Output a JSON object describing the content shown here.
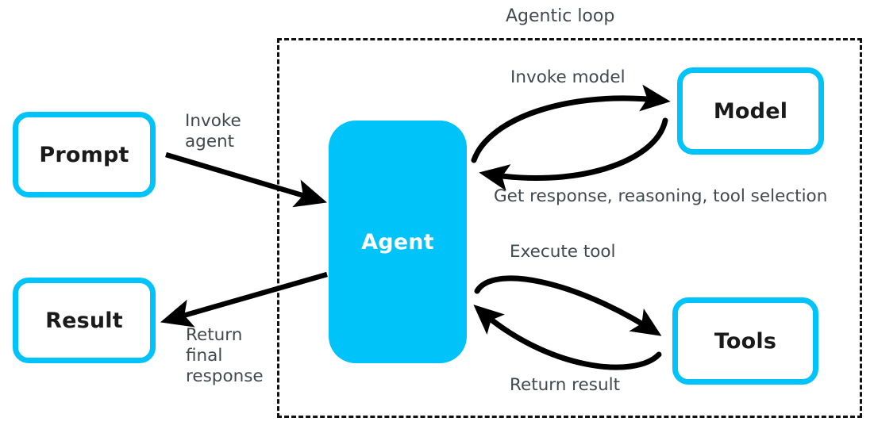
{
  "diagram": {
    "title": "Agentic loop",
    "colors": {
      "accent": "#00c3f9",
      "agent_fill": "#00c3f9",
      "agent_text": "#ffffff",
      "node_text": "#1a1a1a",
      "label_text": "#41484f",
      "dashed_border": "#111111",
      "background": "#ffffff"
    },
    "group": {
      "label": "Agentic loop",
      "border_style": "dashed"
    },
    "nodes": [
      {
        "id": "prompt",
        "label": "Prompt",
        "style": "outlined"
      },
      {
        "id": "result",
        "label": "Result",
        "style": "outlined"
      },
      {
        "id": "agent",
        "label": "Agent",
        "style": "filled"
      },
      {
        "id": "model",
        "label": "Model",
        "style": "outlined"
      },
      {
        "id": "tools",
        "label": "Tools",
        "style": "outlined"
      }
    ],
    "edges": [
      {
        "id": "prompt-to-agent",
        "from": "prompt",
        "to": "agent",
        "label": "Invoke\nagent",
        "shape": "straight"
      },
      {
        "id": "agent-to-result",
        "from": "agent",
        "to": "result",
        "label": "Return\nfinal\nresponse",
        "shape": "straight"
      },
      {
        "id": "agent-to-model",
        "from": "agent",
        "to": "model",
        "label": "Invoke model",
        "shape": "curved"
      },
      {
        "id": "model-to-agent",
        "from": "model",
        "to": "agent",
        "label": "Get response, reasoning, tool selection",
        "shape": "curved"
      },
      {
        "id": "agent-to-tools",
        "from": "agent",
        "to": "tools",
        "label": "Execute tool",
        "shape": "curved"
      },
      {
        "id": "tools-to-agent",
        "from": "tools",
        "to": "agent",
        "label": "Return result",
        "shape": "curved"
      }
    ]
  }
}
